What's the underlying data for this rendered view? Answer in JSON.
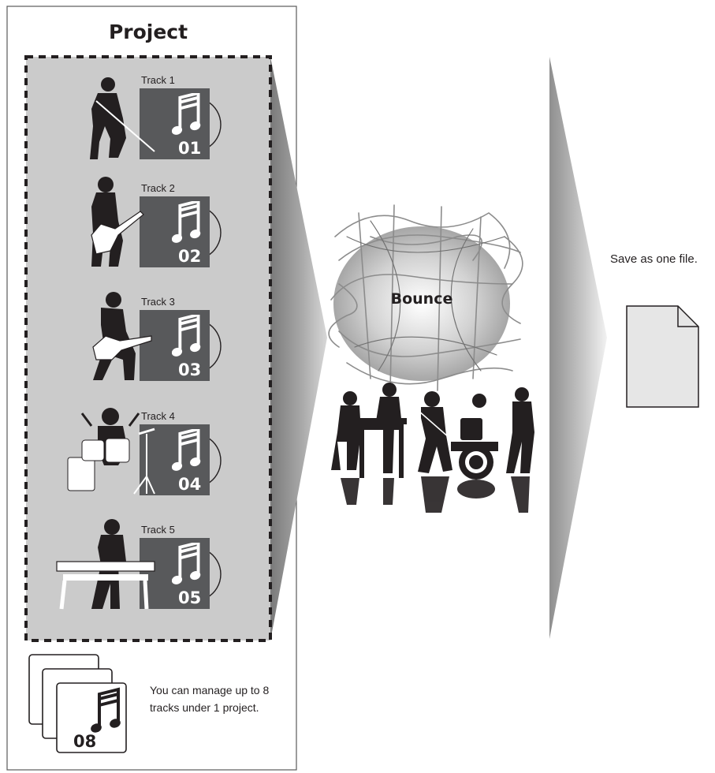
{
  "diagram": {
    "project_title": "Project",
    "tracks": [
      {
        "label": "Track 1",
        "number": "01"
      },
      {
        "label": "Track 2",
        "number": "02"
      },
      {
        "label": "Track 3",
        "number": "03"
      },
      {
        "label": "Track 4",
        "number": "04"
      },
      {
        "label": "Track 5",
        "number": "05"
      }
    ],
    "stack_number": "08",
    "note": "You can manage up to 8 tracks under 1 project.",
    "bounce_label": "Bounce",
    "save_label": "Save as one file."
  }
}
